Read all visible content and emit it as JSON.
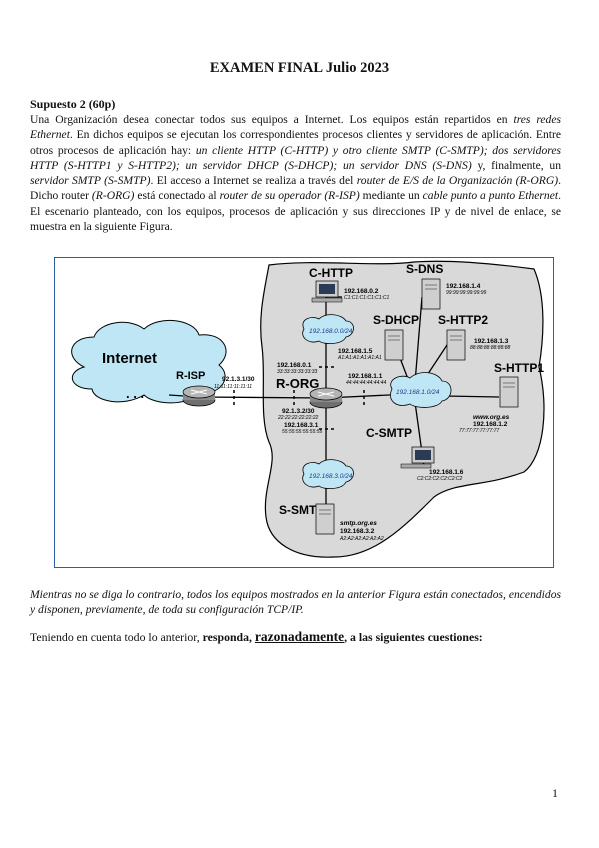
{
  "document": {
    "title": "EXAMEN FINAL Julio 2023",
    "section_heading": "Supuesto 2 (60p)",
    "paragraph": [
      {
        "t": "Una Organización desea conectar todos sus equipos a Internet. Los equipos están repartidos en ",
        "i": false
      },
      {
        "t": "tres redes Ethernet",
        "i": true
      },
      {
        "t": ". En dichos equipos se ejecutan los correspondientes procesos clientes y servidores de aplicación. Entre otros procesos de aplicación hay: ",
        "i": false
      },
      {
        "t": "un cliente HTTP (C-HTTP) y otro cliente SMTP (C-SMTP); dos servidores HTTP (S-HTTP1 y S-HTTP2); un servidor DHCP (S-DHCP); un servidor DNS (S-DNS)",
        "i": true
      },
      {
        "t": " y, finalmente, un ",
        "i": false
      },
      {
        "t": "servidor SMTP (S-SMTP)",
        "i": true
      },
      {
        "t": ". El acceso a Internet se realiza a través del ",
        "i": false
      },
      {
        "t": "router de E/S de la Organización (R-ORG)",
        "i": true
      },
      {
        "t": ". Dicho router ",
        "i": false
      },
      {
        "t": "(R-ORG)",
        "i": true
      },
      {
        "t": " está conectado al ",
        "i": false
      },
      {
        "t": "router de su operador (R-ISP)",
        "i": true
      },
      {
        "t": " mediante un ",
        "i": false
      },
      {
        "t": "cable punto a punto Ethernet",
        "i": true
      },
      {
        "t": ". El escenario planteado, con los equipos, procesos de aplicación y sus direcciones IP y de nivel de enlace, se muestra en la siguiente Figura.",
        "i": false
      }
    ],
    "note": "Mientras no se diga lo contrario, todos los equipos mostrados en la anterior Figura están conectados, encendidos y disponen, previamente, de toda su configuración TCP/IP.",
    "question_prefix": "Teniendo en cuenta todo lo anterior, ",
    "question_bold1": "responda, ",
    "question_underlined": "razonadamente",
    "question_bold2": ", a las siguientes cuestiones:",
    "page_number": "1"
  },
  "figure": {
    "internet_label": "Internet",
    "ellipsis": ". . .",
    "r_isp": {
      "label": "R-ISP",
      "ip": "92.1.3.1/30",
      "mac": "11:11:11:11:11:11"
    },
    "r_org": {
      "label": "R-ORG",
      "if_top": {
        "ip": "192.168.0.1",
        "mac": "33:33:33:33:33:33"
      },
      "if_right": {
        "ip": "192.168.1.1",
        "mac": "44:44:44:44:44:44"
      },
      "if_wan": {
        "ip": "92.1.3.2/30",
        "mac": "22:22:22:22:22:22"
      },
      "if_bottom": {
        "ip": "192.168.3.1",
        "mac": "55:55:55:55:55:55"
      }
    },
    "networks": {
      "net0": "192.168.0.0/24",
      "net1": "192.168.1.0/24",
      "net3": "192.168.3.0/24"
    },
    "c_http": {
      "label": "C-HTTP",
      "ip": "192.168.0.2",
      "mac": "C1:C1:C1:C1:C1:C1"
    },
    "s_dns": {
      "label": "S-DNS",
      "ip": "192.168.1.4",
      "mac": "99:99:99:99:99:99"
    },
    "s_dhcp": {
      "label": "S-DHCP",
      "ip": "192.168.1.5",
      "mac": "A1:A1:A1:A1:A1:A1"
    },
    "s_http2": {
      "label": "S-HTTP2",
      "ip": "192.168.1.3",
      "mac": "88:88:88:88:88:88"
    },
    "s_http1": {
      "label": "S-HTTP1",
      "name": "www.org.es",
      "ip": "192.168.1.2",
      "mac": "77:77:77:77:77:77"
    },
    "c_smtp": {
      "label": "C-SMTP",
      "ip": "192.168.1.6",
      "mac": "C2:C2:C2:C2:C2:C2"
    },
    "s_smtp": {
      "label": "S-SMTP",
      "name": "smtp.org.es",
      "ip": "192.168.3.2",
      "mac": "A2:A2:A2:A2:A2:A2"
    },
    "colors": {
      "cloud": "#bfe6f5",
      "blob": "#d9d9d9",
      "router": "#8a8a8a",
      "frame": "#2a5ea8"
    }
  }
}
